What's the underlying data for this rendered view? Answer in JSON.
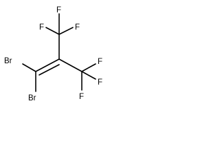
{
  "molecule": {
    "atoms": {
      "br_top": "Br",
      "br_bottom": "Br",
      "f_top_left": "F",
      "f_top_upper": "F",
      "f_top_right": "F",
      "f_bottom_right_upper": "F",
      "f_bottom_right": "F",
      "f_bottom_lower": "F"
    },
    "colors": {
      "bond": "#000000",
      "label": "#000000",
      "background": "#ffffff"
    }
  }
}
